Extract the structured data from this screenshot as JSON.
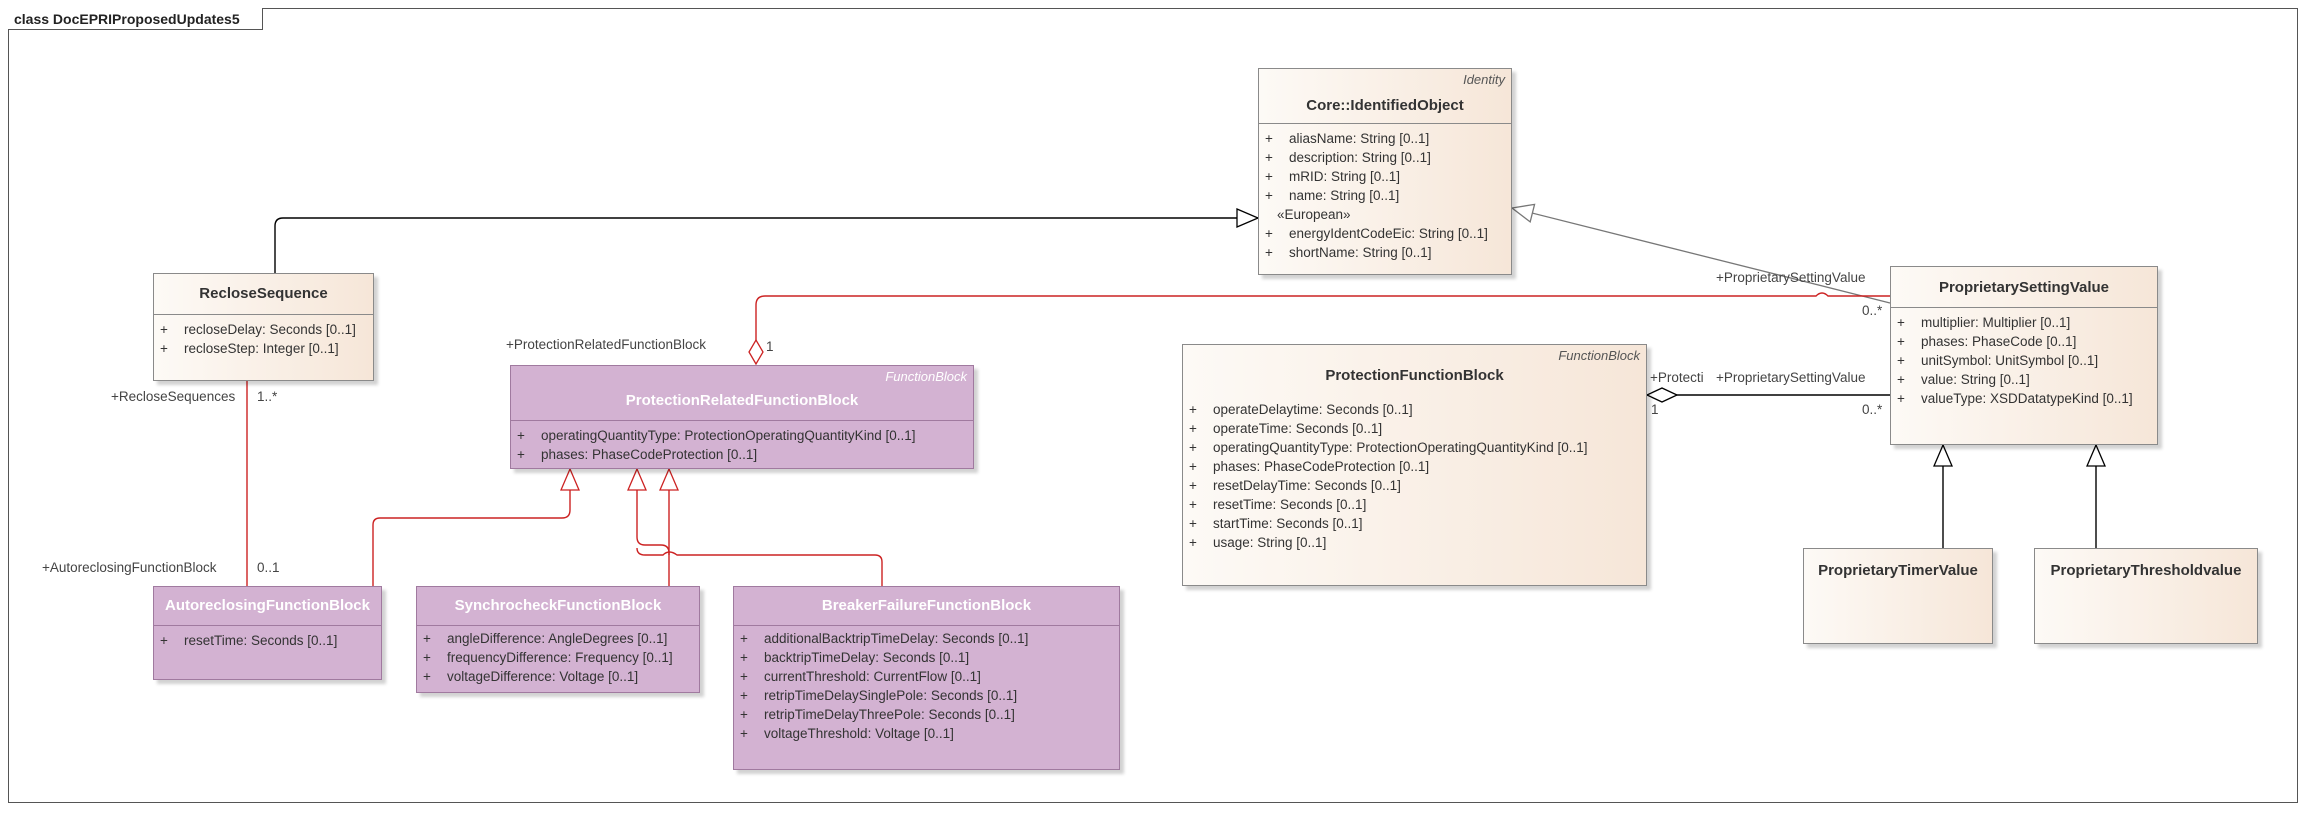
{
  "frame": {
    "title": "class DocEPRIProposedUpdates5"
  },
  "classes": {
    "identified_object": {
      "name": "Core::IdentifiedObject",
      "stereotype": "Identity",
      "attributes": [
        "aliasName: String [0..1]",
        "description: String [0..1]",
        "mRID: String [0..1]",
        "name: String [0..1]"
      ],
      "section_label": "«European»",
      "section_attributes": [
        "energyIdentCodeEic: String [0..1]",
        "shortName: String [0..1]"
      ]
    },
    "reclose_sequence": {
      "name": "RecloseSequence",
      "attributes": [
        "recloseDelay: Seconds [0..1]",
        "recloseStep: Integer [0..1]"
      ]
    },
    "protection_related": {
      "name": "ProtectionRelatedFunctionBlock",
      "stereotype": "FunctionBlock",
      "attributes": [
        "operatingQuantityType: ProtectionOperatingQuantityKind [0..1]",
        "phases: PhaseCodeProtection [0..1]"
      ]
    },
    "protection_function": {
      "name": "ProtectionFunctionBlock",
      "stereotype": "FunctionBlock",
      "attributes": [
        "operateDelaytime: Seconds [0..1]",
        "operateTime: Seconds [0..1]",
        "operatingQuantityType: ProtectionOperatingQuantityKind [0..1]",
        "phases: PhaseCodeProtection [0..1]",
        "resetDelayTime: Seconds [0..1]",
        "resetTime: Seconds [0..1]",
        "startTime: Seconds [0..1]",
        "usage: String [0..1]"
      ]
    },
    "proprietary_setting": {
      "name": "ProprietarySettingValue",
      "attributes": [
        "multiplier: Multiplier [0..1]",
        "phases: PhaseCode [0..1]",
        "unitSymbol: UnitSymbol [0..1]",
        "value: String [0..1]",
        "valueType: XSDDatatypeKind [0..1]"
      ]
    },
    "autoreclosing": {
      "name": "AutoreclosingFunctionBlock",
      "attributes": [
        "resetTime: Seconds [0..1]"
      ]
    },
    "synchrocheck": {
      "name": "SynchrocheckFunctionBlock",
      "attributes": [
        "angleDifference: AngleDegrees [0..1]",
        "frequencyDifference: Frequency [0..1]",
        "voltageDifference: Voltage [0..1]"
      ]
    },
    "breaker_failure": {
      "name": "BreakerFailureFunctionBlock",
      "attributes": [
        "additionalBacktripTimeDelay: Seconds [0..1]",
        "backtripTimeDelay: Seconds [0..1]",
        "currentThreshold: CurrentFlow [0..1]",
        "retripTimeDelaySinglePole: Seconds [0..1]",
        "retripTimeDelayThreePole: Seconds [0..1]",
        "voltageThreshold: Voltage [0..1]"
      ]
    },
    "timer_value": {
      "name": "ProprietaryTimerValue"
    },
    "threshold_value": {
      "name": "ProprietaryThresholdvalue"
    }
  },
  "labels": {
    "prop_setting_role": "+ProprietarySettingValue",
    "prop_setting_mult": "0..*",
    "prf_role": "+ProtectionRelatedFunctionBlock",
    "prf_mult": "1",
    "pfb_role": "+Protecti",
    "pfb_mult": "1",
    "psv_role2": "+ProprietarySettingValue",
    "psv_mult2": "0..*",
    "rs_role": "+RecloseSequences",
    "rs_mult": "1..*",
    "arf_role": "+AutoreclosingFunctionBlock",
    "arf_mult": "0..1"
  },
  "colors": {
    "association": "#cc2222",
    "generalization": "#000000",
    "light_generalization": "#777777",
    "purple_class": "#d3b2d2",
    "light_class": "#f6e6d8"
  },
  "visibility": "+"
}
